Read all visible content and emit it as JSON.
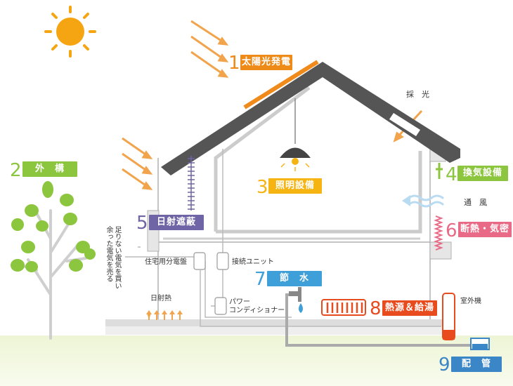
{
  "colors": {
    "orange": "#ee8a17",
    "green": "#8cc63e",
    "yellow": "#f5b412",
    "purple": "#6e64a6",
    "pink": "#e96a86",
    "blue": "#3f9fd8",
    "red": "#e84c1e",
    "navy": "#3a86c6",
    "gray": "#b4b4b4",
    "roof": "#555555"
  },
  "icons": [
    "sun-icon",
    "tree-icon",
    "light-icon",
    "faucet-icon",
    "water-drop-icon",
    "heater-icon",
    "breaker-icon",
    "wind-icon"
  ],
  "labels": [
    {
      "num": "1",
      "text": "太陽光発電"
    },
    {
      "num": "2",
      "text": "外　構"
    },
    {
      "num": "3",
      "text": "照明設備"
    },
    {
      "num": "4",
      "text": "換気設備"
    },
    {
      "num": "5",
      "text": "日射遮蔽"
    },
    {
      "num": "6",
      "text": "断熱・気密"
    },
    {
      "num": "7",
      "text": "節　水"
    },
    {
      "num": "8",
      "text": "熱源＆給湯"
    },
    {
      "num": "9",
      "text": "配　管"
    }
  ],
  "annotations": {
    "daylight": "採　光",
    "ventilation": "通　風",
    "breaker_panel": "住宅用分電盤",
    "junction_unit": "接続ユニット",
    "power_conditioner_1": "パワー",
    "power_conditioner_2": "コンディショナー",
    "outdoor_unit": "室外機",
    "solar_heat": "日射熱",
    "sell_power_1": "足りない電気を買い",
    "sell_power_2": "余った電気を売る"
  }
}
